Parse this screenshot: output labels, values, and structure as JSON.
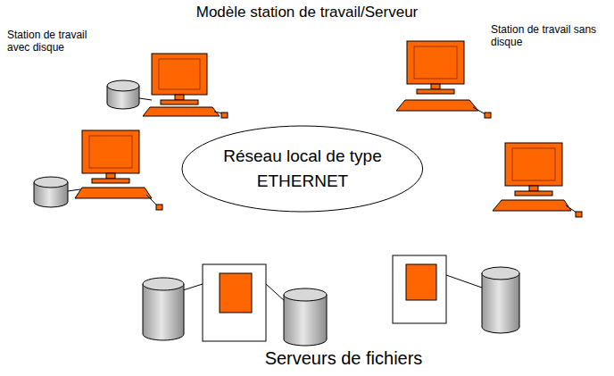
{
  "diagram": {
    "title": "Modèle station de travail/Serveur",
    "caption": "Serveurs de fichiers",
    "nodes": [
      {
        "text": [
          "Réseau local de type ETHERNET"
        ]
      }
    ],
    "labels": [
      "Station de travail avec disque",
      "Station de travail sans disque"
    ]
  }
}
